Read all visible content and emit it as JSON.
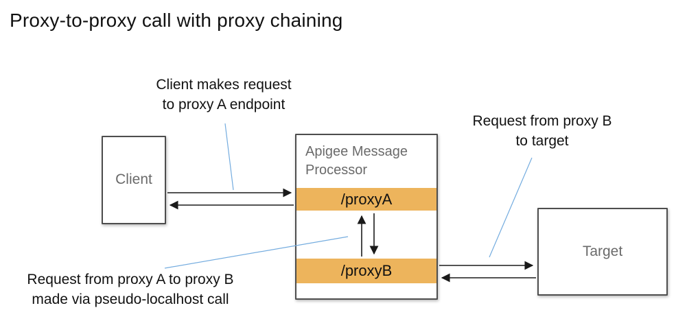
{
  "title": "Proxy-to-proxy call with proxy chaining",
  "nodes": {
    "client": {
      "label": "Client"
    },
    "processor": {
      "label": "Apigee Message Processor",
      "proxy_a": "/proxyA",
      "proxy_b": "/proxyB"
    },
    "target": {
      "label": "Target"
    }
  },
  "annotations": {
    "client_request": {
      "line1": "Client makes request",
      "line2": "to proxy A endpoint"
    },
    "proxy_b_request": {
      "line1": "Request from proxy B",
      "line2": "to target"
    },
    "proxy_chain": {
      "line1": "Request from proxy A to proxy B",
      "line2": "made via pseudo-localhost call"
    }
  },
  "colors": {
    "endpoint_bar": "#EDB45C",
    "leader_line": "#74ACDF",
    "box_border": "#4D4D4D",
    "label_gray": "#6A6A6A",
    "arrow": "#1A1A1A"
  }
}
